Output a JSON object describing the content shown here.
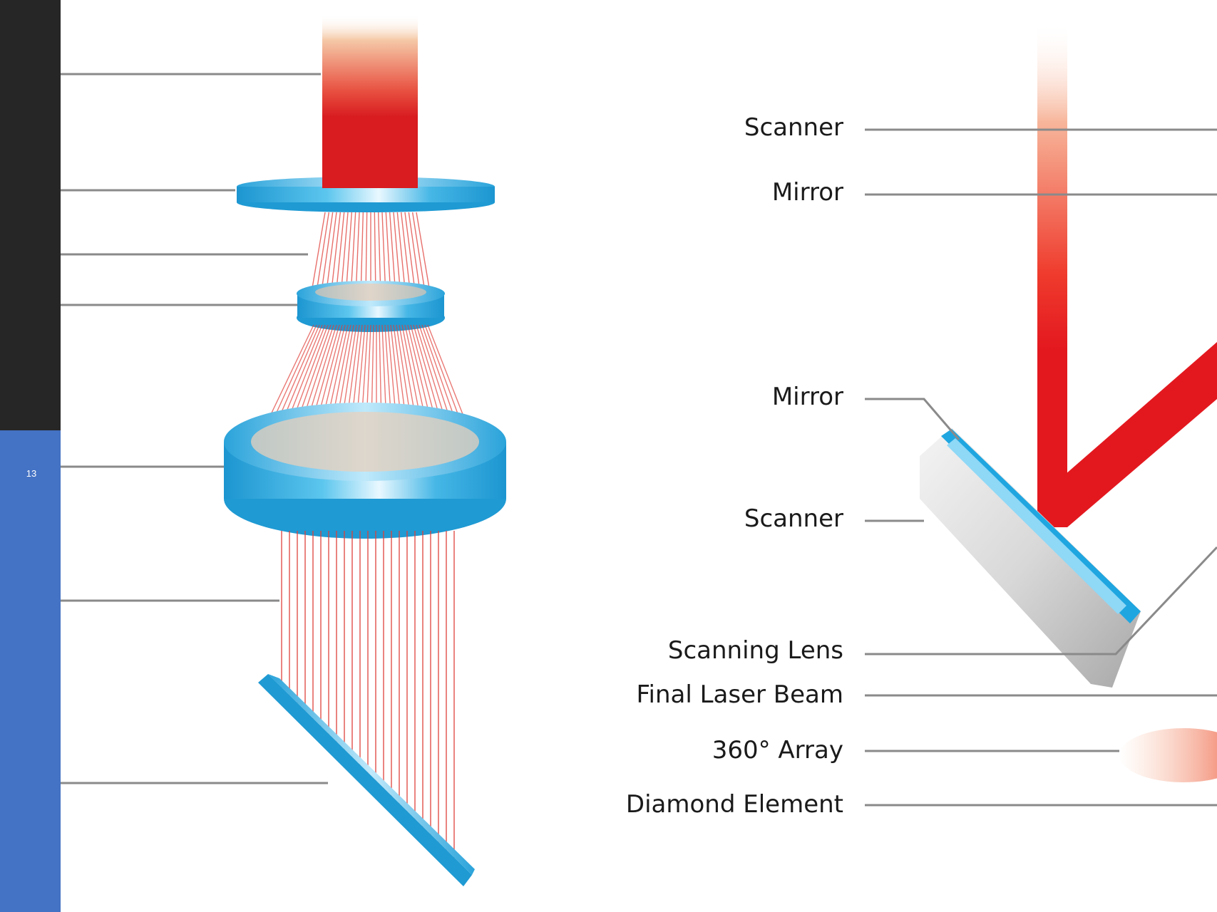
{
  "slide": {
    "number": "13"
  },
  "labels": {
    "scanner_1": "Scanner",
    "mirror_1": "Mirror",
    "mirror_2": "Mirror",
    "scanner_2": "Scanner",
    "scanning_lens": "Scanning Lens",
    "final_laser_beam": "Final Laser Beam",
    "array_360": "360° Array",
    "diamond_element": "Diamond Element"
  },
  "colors": {
    "sidebar_dark": "#262626",
    "sidebar_accent": "#4472c4",
    "laser_red": "#e31b23",
    "lens_blue": "#29a8df",
    "leader_line": "#8a8a8a"
  }
}
